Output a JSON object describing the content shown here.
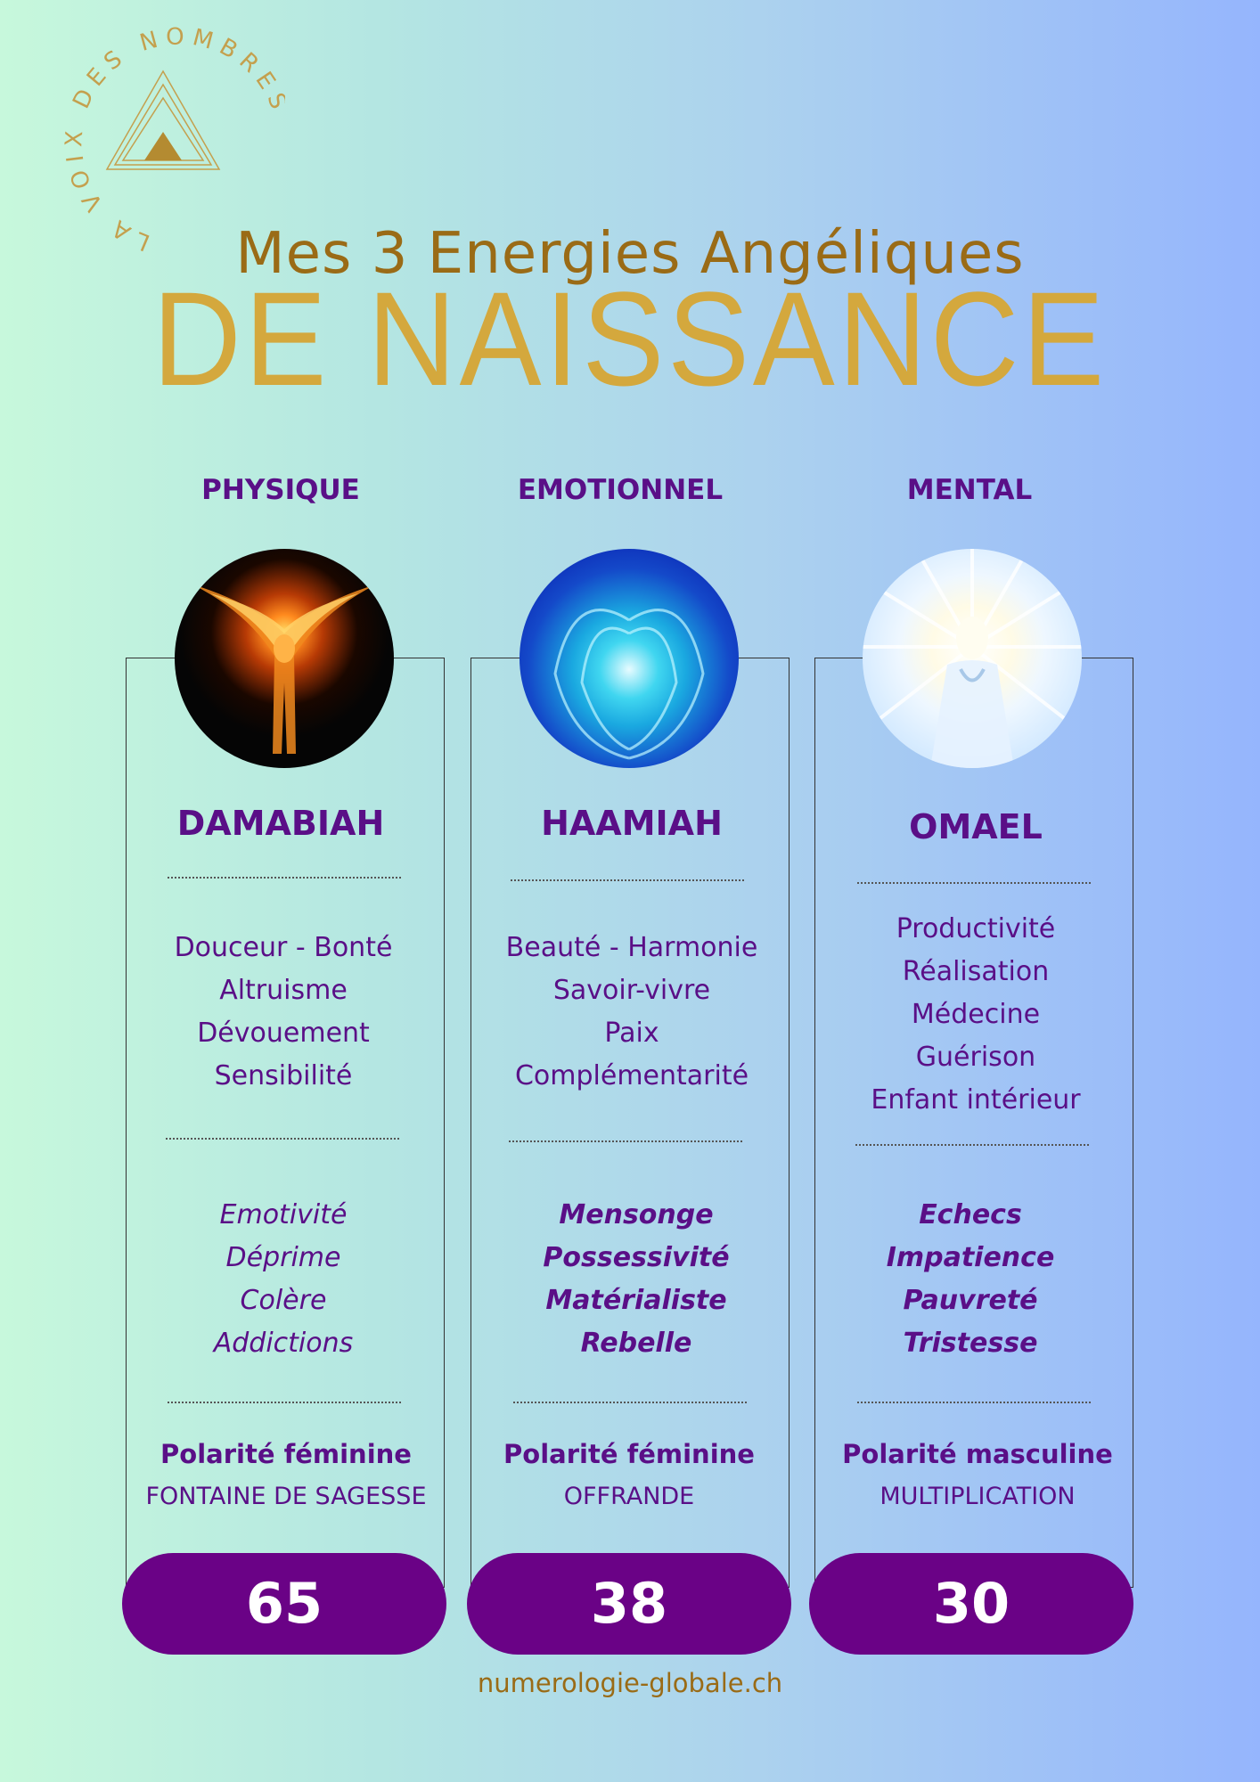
{
  "logo": {
    "text": "LA VOIX DES NOMBRES"
  },
  "title": {
    "line1": "Mes 3 Energies Angéliques",
    "line2": "DE NAISSANCE"
  },
  "columns": [
    {
      "heading": "PHYSIQUE",
      "angel": "DAMABIAH",
      "qualities": [
        "Douceur - Bonté",
        "Altruisme",
        "Dévouement",
        "Sensibilité"
      ],
      "shadows": [
        "Emotivité",
        "Déprime",
        "Colère",
        "Addictions"
      ],
      "polarity": "Polarité féminine",
      "subtitle": "FONTAINE DE SAGESSE",
      "number": "65"
    },
    {
      "heading": "EMOTIONNEL",
      "angel": "HAAMIAH",
      "qualities": [
        "Beauté - Harmonie",
        "Savoir-vivre",
        "Paix",
        "Complémentarité"
      ],
      "shadows": [
        "Mensonge",
        "Possessivité",
        "Matérialiste",
        "Rebelle"
      ],
      "polarity": "Polarité féminine",
      "subtitle": "OFFRANDE",
      "number": "38"
    },
    {
      "heading": "MENTAL",
      "angel": "OMAEL",
      "qualities": [
        "Productivité",
        "Réalisation",
        "Médecine",
        "Guérison",
        "Enfant intérieur"
      ],
      "shadows": [
        "Echecs",
        "Impatience",
        "Pauvreté",
        "Tristesse"
      ],
      "polarity": "Polarité masculine",
      "subtitle": "MULTIPLICATION",
      "number": "30"
    }
  ],
  "footer": {
    "url": "numerologie-globale.ch"
  },
  "colors": {
    "purple": "#5a0f87",
    "pill": "#6a0286",
    "gold": "#d4a83d",
    "brown": "#9a6b16"
  }
}
